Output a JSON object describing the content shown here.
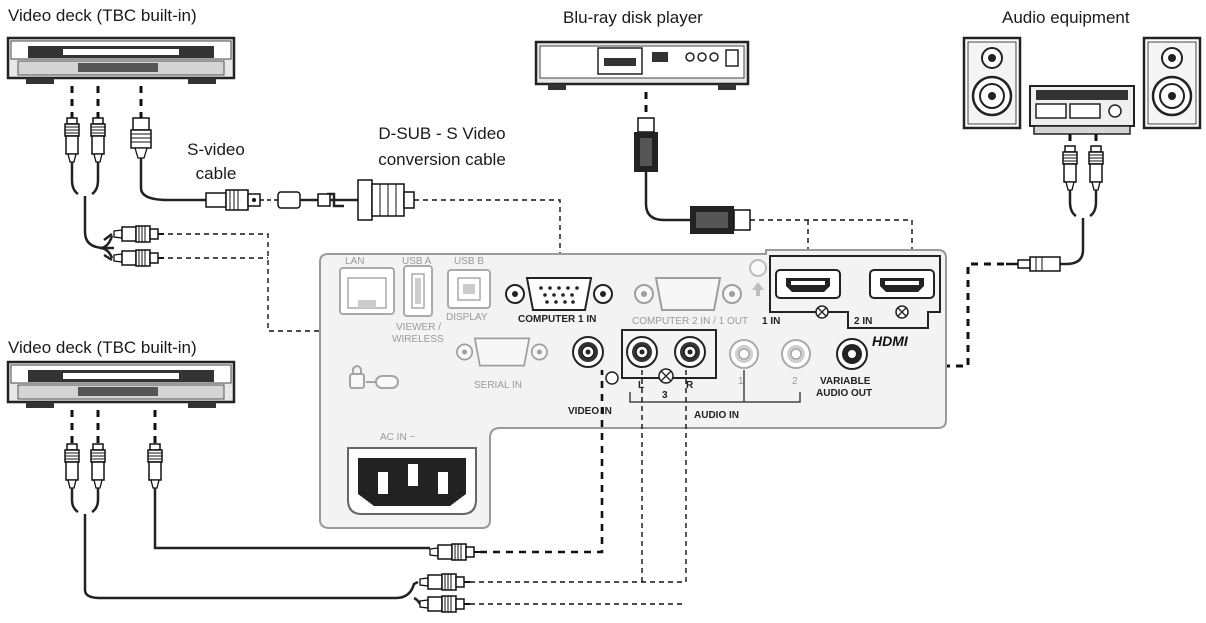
{
  "labels": {
    "video_deck_top": "Video deck (TBC built-in)",
    "video_deck_bottom": "Video deck (TBC built-in)",
    "bluray": "Blu-ray disk player",
    "audio_equipment": "Audio equipment",
    "svideo_cable_1": "S-video",
    "svideo_cable_2": "cable",
    "dsub_cable_1": "D-SUB - S Video",
    "dsub_cable_2": "conversion cable"
  },
  "panel": {
    "lan": "LAN",
    "usb_a": "USB A",
    "usb_b": "USB B",
    "display": "DISPLAY",
    "viewer_1": "VIEWER /",
    "viewer_2": "WIRELESS",
    "computer1_in": "COMPUTER 1 IN",
    "computer2": "COMPUTER 2 IN / 1 OUT",
    "serial_in": "SERIAL IN",
    "video_in": "VIDEO IN",
    "audio_in": "AUDIO IN",
    "audio_l": "L",
    "audio_r": "R",
    "audio_3": "3",
    "audio_1": "1",
    "audio_2": "2",
    "variable_1": "VARIABLE",
    "variable_2": "AUDIO OUT",
    "hdmi_1in": "1 IN",
    "hdmi_2in": "2 IN",
    "hdmi_logo": "HDMI",
    "ac_in": "AC IN ~"
  }
}
